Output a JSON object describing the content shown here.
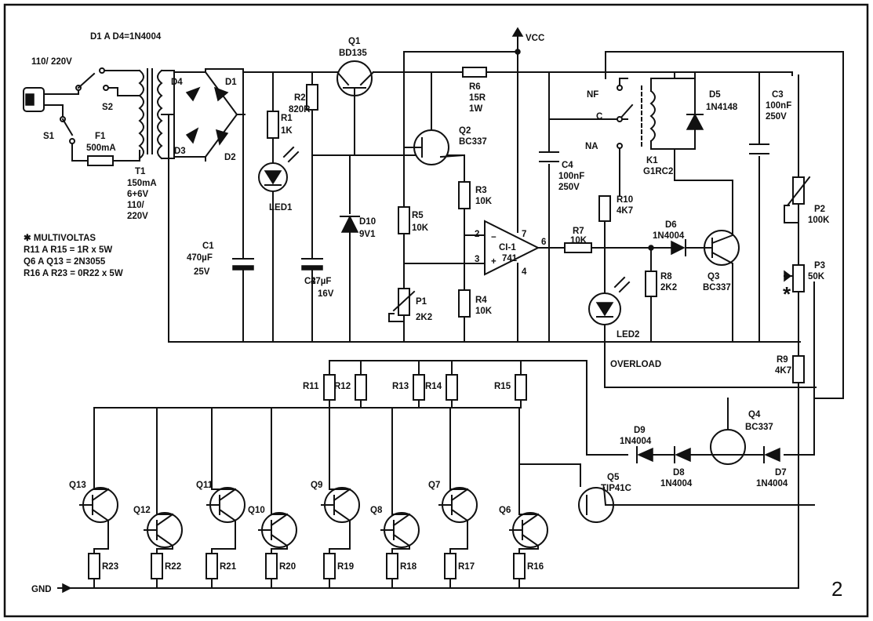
{
  "figure_number": "2",
  "notes": {
    "diodes": "D1 A D4=1N4004",
    "multivoltas": "✱ MULTIVOLTAS",
    "r11_r15": "R11 A R15 = 1R x 5W",
    "q6_q13": "Q6 A Q13 = 2N3055",
    "r16_r23": "R16 A R23 = 0R22 x 5W"
  },
  "nets": {
    "vcc": "VCC",
    "gnd": "GND",
    "overload": "OVERLOAD"
  },
  "mains": {
    "voltage": "110/ 220V",
    "s1": "S1",
    "s2": "S2",
    "f1": "F1",
    "f1_value": "500mA"
  },
  "transformer": {
    "ref": "T1",
    "spec1": "150mA",
    "spec2": "6+6V",
    "spec3": "110/",
    "spec4": "220V"
  },
  "bridge": {
    "d1": "D1",
    "d2": "D2",
    "d3": "D3",
    "d4": "D4"
  },
  "components": {
    "c1": {
      "ref": "C1",
      "v1": "470µF",
      "v2": "25V"
    },
    "r1": {
      "ref": "R1",
      "value": "1K"
    },
    "led1": {
      "ref": "LED1"
    },
    "r2": {
      "ref": "R2",
      "value": "820R"
    },
    "c2": {
      "ref": "C2",
      "v1": "47µF",
      "v2": "16V"
    },
    "q1": {
      "ref": "Q1",
      "value": "BD135"
    },
    "d10": {
      "ref": "D10",
      "value": "9V1"
    },
    "r5": {
      "ref": "R5",
      "value": "10K"
    },
    "p1": {
      "ref": "P1",
      "value": "2K2"
    },
    "q2": {
      "ref": "Q2",
      "value": "BC337"
    },
    "r6": {
      "ref": "R6",
      "v1": "15R",
      "v2": "1W"
    },
    "r3": {
      "ref": "R3",
      "value": "10K"
    },
    "r4": {
      "ref": "R4",
      "value": "10K"
    },
    "ic1": {
      "ref": "CI-1",
      "value": "741",
      "pin2": "2",
      "pin3": "3",
      "pin4": "4",
      "pin6": "6",
      "pin7": "7"
    },
    "c4": {
      "ref": "C4",
      "v1": "100nF",
      "v2": "250V"
    },
    "r7": {
      "ref": "R7",
      "value": "10K"
    },
    "r10": {
      "ref": "R10",
      "value": "4K7"
    },
    "led2": {
      "ref": "LED2"
    },
    "d6": {
      "ref": "D6",
      "value": "1N4004"
    },
    "r8": {
      "ref": "R8",
      "value": "2K2"
    },
    "q3": {
      "ref": "Q3",
      "value": "BC337"
    },
    "k1": {
      "ref": "K1",
      "value": "G1RC2",
      "nf": "NF",
      "c": "C",
      "na": "NA"
    },
    "d5": {
      "ref": "D5",
      "value": "1N4148"
    },
    "c3": {
      "ref": "C3",
      "v1": "100nF",
      "v2": "250V"
    },
    "p2": {
      "ref": "P2",
      "value": "100K"
    },
    "p3": {
      "ref": "P3",
      "value": "50K"
    },
    "r9": {
      "ref": "R9",
      "value": "4K7"
    },
    "q4": {
      "ref": "Q4",
      "value": "BC337"
    },
    "q5": {
      "ref": "Q5",
      "value": "TIP41C"
    },
    "d7": {
      "ref": "D7",
      "value": "1N4004"
    },
    "d8": {
      "ref": "D8",
      "value": "1N4004"
    },
    "d9": {
      "ref": "D9",
      "value": "1N4004"
    }
  },
  "ballast": [
    "R11",
    "R12",
    "R13",
    "R14",
    "R15"
  ],
  "power_stage": [
    {
      "q": "Q13",
      "r": "R23"
    },
    {
      "q": "Q12",
      "r": "R22"
    },
    {
      "q": "Q11",
      "r": "R21"
    },
    {
      "q": "Q10",
      "r": "R20"
    },
    {
      "q": "Q9",
      "r": "R19"
    },
    {
      "q": "Q8",
      "r": "R18"
    },
    {
      "q": "Q7",
      "r": "R17"
    },
    {
      "q": "Q6",
      "r": "R16"
    }
  ]
}
